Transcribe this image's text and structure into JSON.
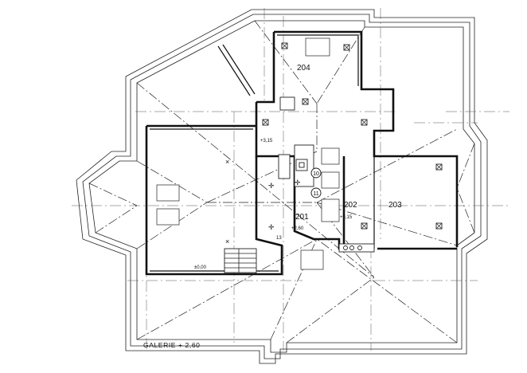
{
  "rooms": {
    "r201": "201",
    "r202": "202",
    "r203": "203",
    "r204": "204"
  },
  "levels": {
    "galerie": "GALERIE  + 2,60",
    "lvl_315_left": "+3,15",
    "lvl_315_right": "+3,15",
    "lvl_260": "+2,60",
    "lvl_000": "±0,00",
    "stair_13": "13"
  },
  "markers": {
    "m10": "10",
    "m11": "11"
  }
}
